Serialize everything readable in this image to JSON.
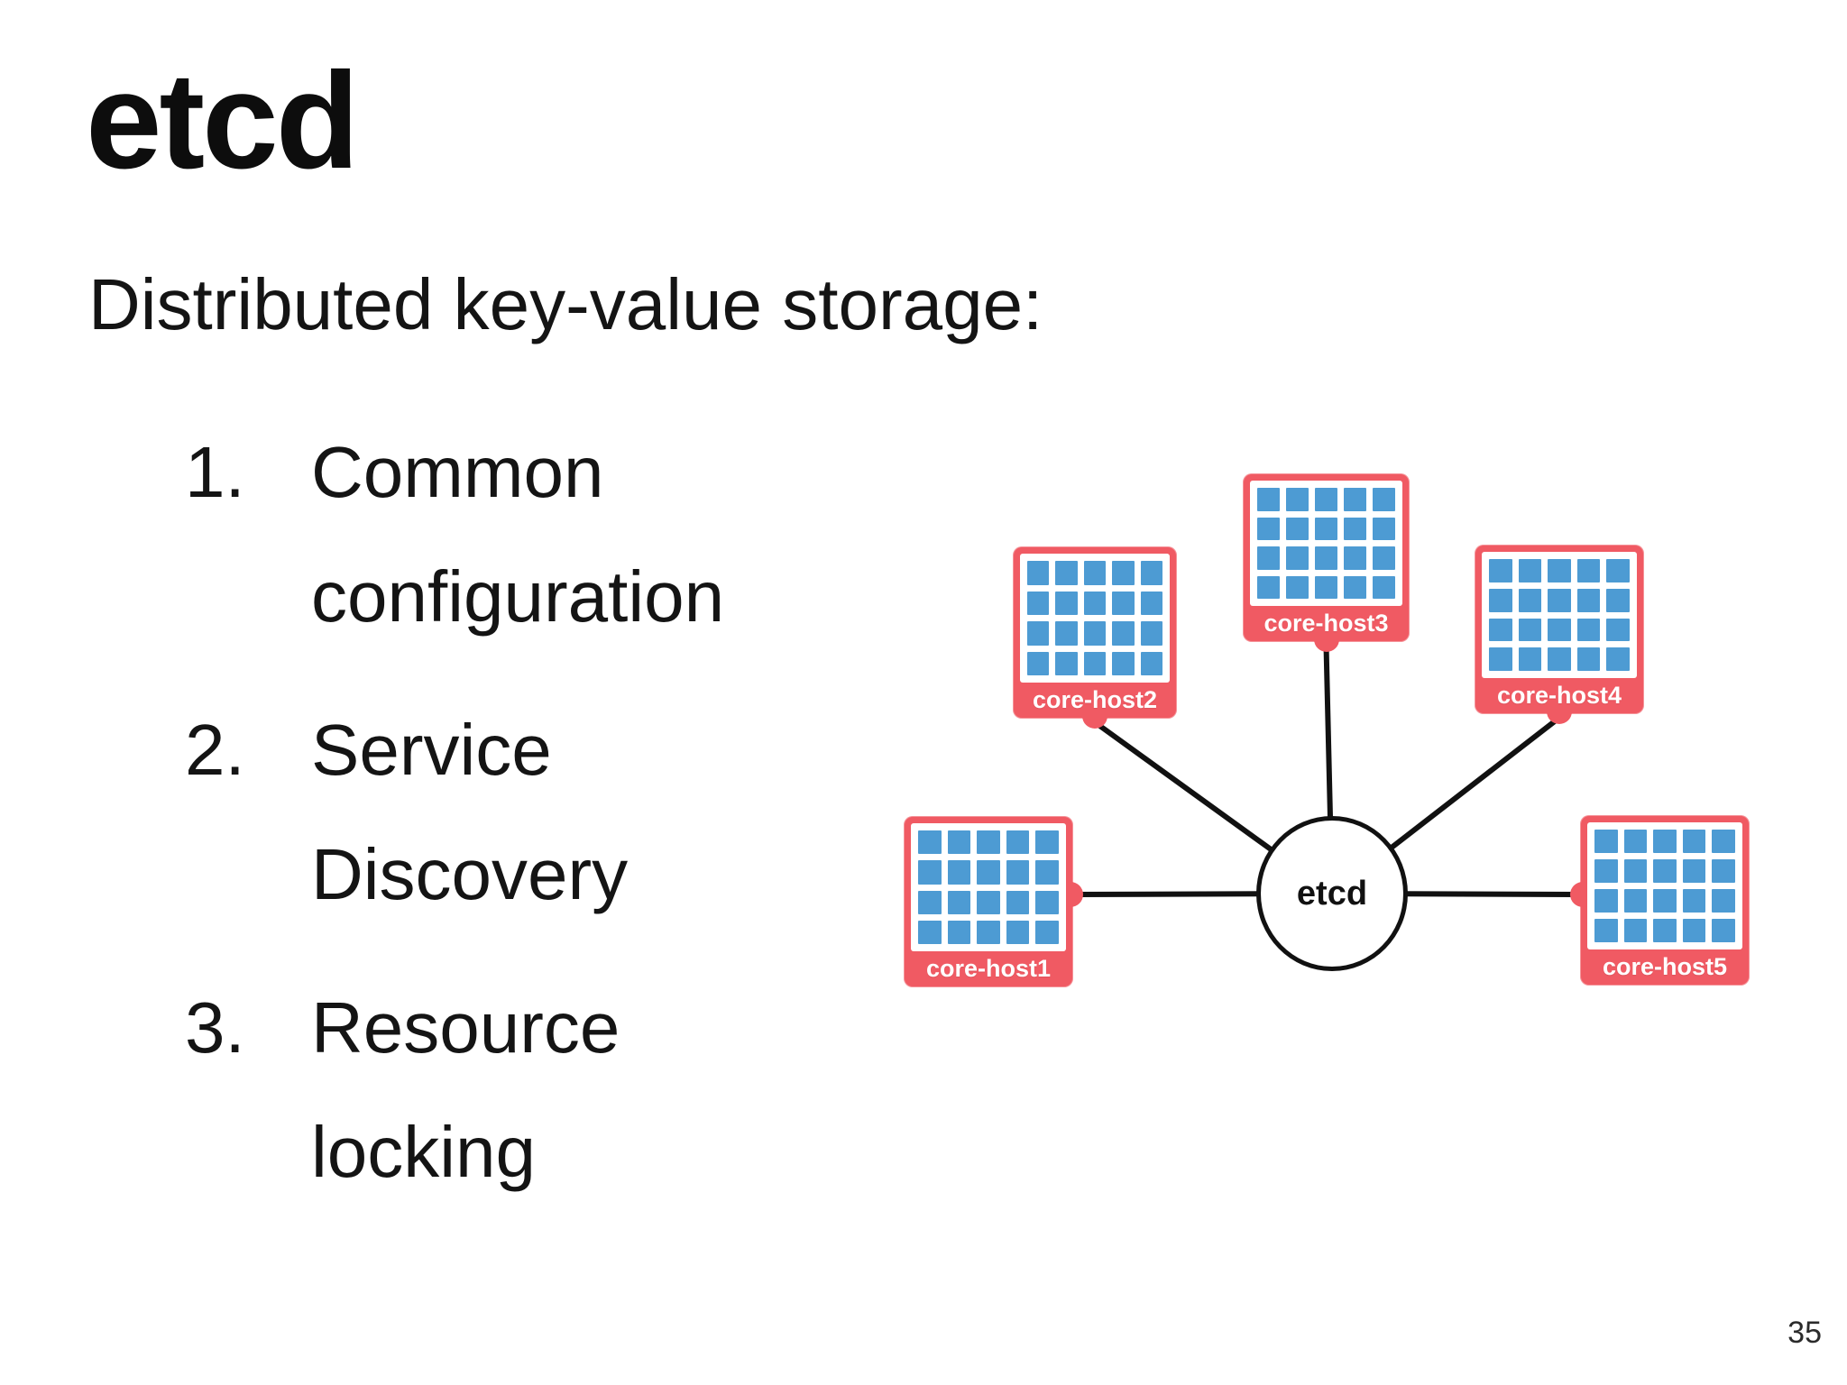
{
  "slide": {
    "title": "etcd",
    "subtitle": "Distributed key-value storage:",
    "list": [
      {
        "number": "1.",
        "text": "Common configuration"
      },
      {
        "number": "2.",
        "text": "Service Discovery"
      },
      {
        "number": "3.",
        "text": "Resource locking"
      }
    ],
    "page_number": "35"
  },
  "diagram": {
    "center_label": "etcd",
    "hosts": [
      {
        "label": "core-host1",
        "connector_side": "right",
        "connects_to": "etcd"
      },
      {
        "label": "core-host2",
        "connector_side": "bottom",
        "connects_to": "etcd"
      },
      {
        "label": "core-host3",
        "connector_side": "bottom",
        "connects_to": "etcd"
      },
      {
        "label": "core-host4",
        "connector_side": "bottom",
        "connects_to": "etcd"
      },
      {
        "label": "core-host5",
        "connector_side": "left",
        "connects_to": "etcd"
      }
    ],
    "server_grid": {
      "columns": 5,
      "rows": 4
    },
    "colors": {
      "host_red": "#f05a63",
      "grid_blue": "#4d9bd3",
      "line_black": "#111111",
      "panel_white": "#ffffff"
    }
  }
}
